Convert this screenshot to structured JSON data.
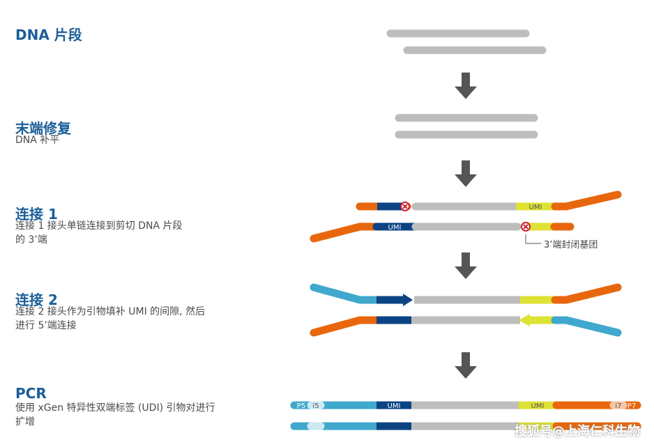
{
  "steps": [
    {
      "title": "DNA 片段",
      "desc": ""
    },
    {
      "title": "末端修复",
      "desc": "DNA 补平"
    },
    {
      "title": "连接 1",
      "desc": "连接 1 接头单链连接到剪切 DNA 片段的 3’端"
    },
    {
      "title": "连接 2",
      "desc": "连接 2 接头作为引物填补 UMI 的间隙, 然后进行 5’端连接"
    },
    {
      "title": "PCR",
      "desc": "使用 xGen 特异性双端标签 (UDI) 引物对进行扩增"
    }
  ],
  "labels": {
    "umi": "UMI",
    "blocked_3_end": "3’端封闭基团",
    "p5": "P5",
    "i5": "i5",
    "i7": "i7",
    "p7": "P7"
  },
  "watermark": "搜狐号@上海仁科生物",
  "colors": {
    "title": "#1b5f99",
    "dna_gray": "#bdbdbd",
    "adapter_orange": "#e8670d",
    "adapter_blue": "#3fa8cc",
    "umi_navy": "#0b4383",
    "umi_yellow": "#dde234",
    "block_red": "#c8202f",
    "arrow": "#555555"
  }
}
